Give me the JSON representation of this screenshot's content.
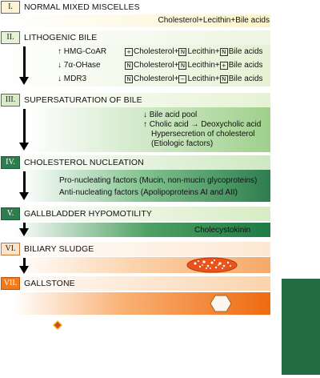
{
  "stages": [
    {
      "numeral": "I.",
      "title": "NORMAL MIXED MISCELLES"
    },
    {
      "numeral": "II.",
      "title": "LITHOGENIC BILE"
    },
    {
      "numeral": "III.",
      "title": "SUPERSATURATION OF BILE"
    },
    {
      "numeral": "IV.",
      "title": "CHOLESTEROL NUCLEATION"
    },
    {
      "numeral": "V.",
      "title": "GALLBLADDER HYPOMOTILITY"
    },
    {
      "numeral": "VI.",
      "title": "BILIARY SLUDGE"
    },
    {
      "numeral": "VII.",
      "title": "GALLSTONE"
    }
  ],
  "stage1_text": "Cholesterol+Lecithin+Bile acids",
  "stage2": {
    "factors": [
      {
        "arrow": "↑",
        "label": "HMG-CoAR",
        "boxes": [
          "+",
          "N",
          "N"
        ]
      },
      {
        "arrow": "↓",
        "label": "7α-OHase",
        "boxes": [
          "N",
          "N",
          "+"
        ]
      },
      {
        "arrow": "↓",
        "label": "MDR3",
        "boxes": [
          "N",
          "−",
          "N"
        ]
      }
    ],
    "components": [
      "Cholesterol",
      "Lecithin",
      "Bile acids"
    ]
  },
  "stage3_lines": [
    "↓ Bile acid pool",
    "↑ Cholic acid → Deoxycholic acid",
    "Hypersecretion of cholesterol",
    "(Etiologic factors)"
  ],
  "stage4_lines": [
    "Pro-nucleating factors (Mucin, non-mucin glycoproteins)",
    "Anti-nucleating factors (Apolipoproteins AI and AII)"
  ],
  "stage5_text": "Cholecystokinin",
  "colors": {
    "green_light": "#eaf5d8",
    "green_dark": "#2e7d4f",
    "orange_light": "#fde3c7",
    "orange_dark": "#ee6a10",
    "side_panel": "#236c43"
  }
}
